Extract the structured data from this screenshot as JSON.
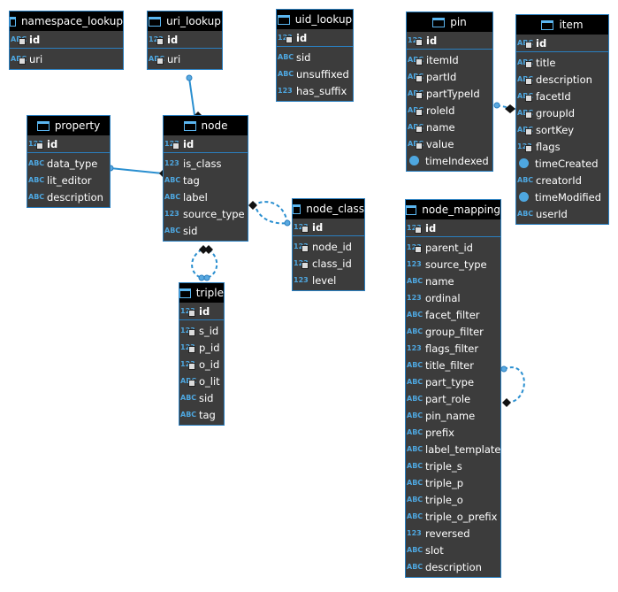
{
  "tables": [
    {
      "key": "namespace_lookup",
      "title": "namespace_lookup",
      "pk": [
        {
          "name": "id",
          "type": "abc",
          "key": true
        }
      ],
      "cols": [
        {
          "name": "uri",
          "type": "abc",
          "key": true
        }
      ]
    },
    {
      "key": "uri_lookup",
      "title": "uri_lookup",
      "pk": [
        {
          "name": "id",
          "type": "123",
          "key": true
        }
      ],
      "cols": [
        {
          "name": "uri",
          "type": "abc",
          "key": true
        }
      ]
    },
    {
      "key": "uid_lookup",
      "title": "uid_lookup",
      "pk": [
        {
          "name": "id",
          "type": "123",
          "key": true
        }
      ],
      "cols": [
        {
          "name": "sid",
          "type": "abc"
        },
        {
          "name": "unsuffixed",
          "type": "abc"
        },
        {
          "name": "has_suffix",
          "type": "123"
        }
      ]
    },
    {
      "key": "pin",
      "title": "pin",
      "pk": [
        {
          "name": "id",
          "type": "123",
          "key": true
        }
      ],
      "cols": [
        {
          "name": "itemId",
          "type": "abc",
          "key": true
        },
        {
          "name": "partId",
          "type": "abc",
          "key": true
        },
        {
          "name": "partTypeId",
          "type": "abc",
          "key": true
        },
        {
          "name": "roleId",
          "type": "abc",
          "key": true
        },
        {
          "name": "name",
          "type": "abc",
          "key": true
        },
        {
          "name": "value",
          "type": "abc",
          "key": true
        },
        {
          "name": "timeIndexed",
          "type": "clock"
        }
      ]
    },
    {
      "key": "item",
      "title": "item",
      "pk": [
        {
          "name": "id",
          "type": "abc",
          "key": true
        }
      ],
      "cols": [
        {
          "name": "title",
          "type": "abc",
          "key": true
        },
        {
          "name": "description",
          "type": "abc",
          "key": true
        },
        {
          "name": "facetId",
          "type": "abc",
          "key": true
        },
        {
          "name": "groupId",
          "type": "abc",
          "key": true
        },
        {
          "name": "sortKey",
          "type": "abc",
          "key": true
        },
        {
          "name": "flags",
          "type": "123",
          "key": true
        },
        {
          "name": "timeCreated",
          "type": "clock"
        },
        {
          "name": "creatorId",
          "type": "abc"
        },
        {
          "name": "timeModified",
          "type": "clock"
        },
        {
          "name": "userId",
          "type": "abc"
        }
      ]
    },
    {
      "key": "property",
      "title": "property",
      "pk": [
        {
          "name": "id",
          "type": "123",
          "key": true
        }
      ],
      "cols": [
        {
          "name": "data_type",
          "type": "abc"
        },
        {
          "name": "lit_editor",
          "type": "abc"
        },
        {
          "name": "description",
          "type": "abc"
        }
      ]
    },
    {
      "key": "node",
      "title": "node",
      "pk": [
        {
          "name": "id",
          "type": "123",
          "key": true
        }
      ],
      "cols": [
        {
          "name": "is_class",
          "type": "123"
        },
        {
          "name": "tag",
          "type": "abc"
        },
        {
          "name": "label",
          "type": "abc"
        },
        {
          "name": "source_type",
          "type": "123"
        },
        {
          "name": "sid",
          "type": "abc"
        }
      ]
    },
    {
      "key": "node_class",
      "title": "node_class",
      "pk": [
        {
          "name": "id",
          "type": "123",
          "key": true
        }
      ],
      "cols": [
        {
          "name": "node_id",
          "type": "123",
          "key": true
        },
        {
          "name": "class_id",
          "type": "123",
          "key": true
        },
        {
          "name": "level",
          "type": "123"
        }
      ]
    },
    {
      "key": "triple",
      "title": "triple",
      "pk": [
        {
          "name": "id",
          "type": "123",
          "key": true
        }
      ],
      "cols": [
        {
          "name": "s_id",
          "type": "123",
          "key": true
        },
        {
          "name": "p_id",
          "type": "123",
          "key": true
        },
        {
          "name": "o_id",
          "type": "123",
          "key": true
        },
        {
          "name": "o_lit",
          "type": "abc",
          "key": true
        },
        {
          "name": "sid",
          "type": "abc"
        },
        {
          "name": "tag",
          "type": "abc"
        }
      ]
    },
    {
      "key": "node_mapping",
      "title": "node_mapping",
      "pk": [
        {
          "name": "id",
          "type": "123",
          "key": true
        }
      ],
      "cols": [
        {
          "name": "parent_id",
          "type": "123",
          "key": true
        },
        {
          "name": "source_type",
          "type": "123"
        },
        {
          "name": "name",
          "type": "abc"
        },
        {
          "name": "ordinal",
          "type": "123"
        },
        {
          "name": "facet_filter",
          "type": "abc"
        },
        {
          "name": "group_filter",
          "type": "abc"
        },
        {
          "name": "flags_filter",
          "type": "123"
        },
        {
          "name": "title_filter",
          "type": "abc"
        },
        {
          "name": "part_type",
          "type": "abc"
        },
        {
          "name": "part_role",
          "type": "abc"
        },
        {
          "name": "pin_name",
          "type": "abc"
        },
        {
          "name": "prefix",
          "type": "abc"
        },
        {
          "name": "label_template",
          "type": "abc"
        },
        {
          "name": "triple_s",
          "type": "abc"
        },
        {
          "name": "triple_p",
          "type": "abc"
        },
        {
          "name": "triple_o",
          "type": "abc"
        },
        {
          "name": "triple_o_prefix",
          "type": "abc"
        },
        {
          "name": "reversed",
          "type": "123"
        },
        {
          "name": "slot",
          "type": "abc"
        },
        {
          "name": "description",
          "type": "abc"
        }
      ]
    }
  ],
  "type_labels": {
    "abc": "ABC",
    "123": "123"
  },
  "colors": {
    "border": "#2a7fc0",
    "header": "#000000",
    "body": "#3c3c3c",
    "link": "#2a8fd0"
  }
}
